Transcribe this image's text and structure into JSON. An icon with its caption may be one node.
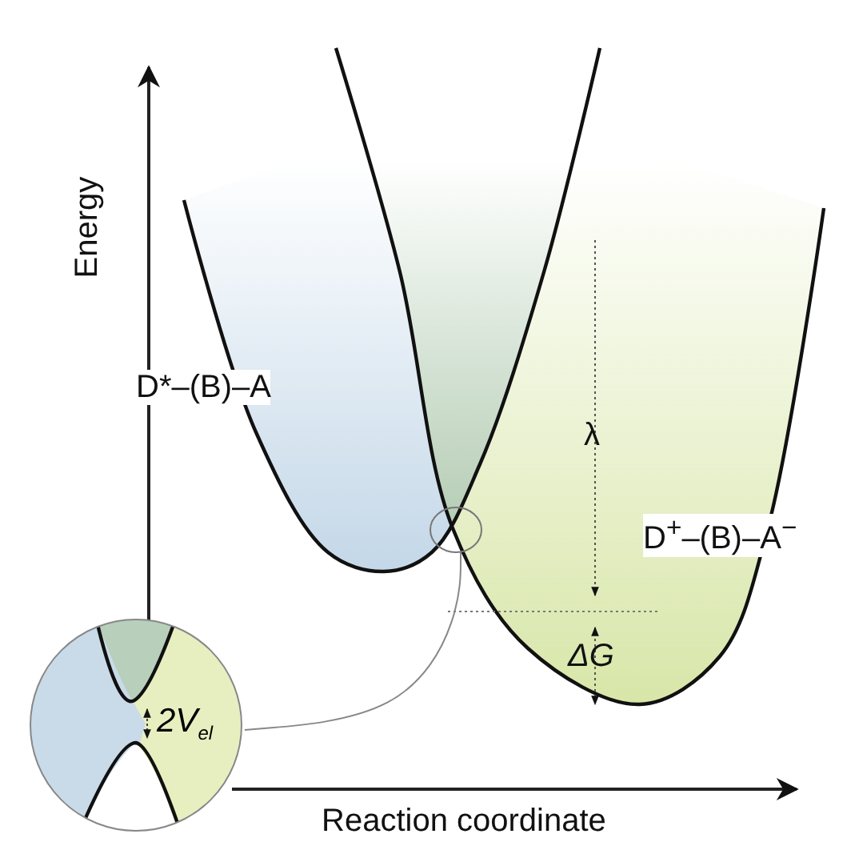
{
  "diagram": {
    "nodes": [
      {
        "text": [],
        "shape": "circle"
      },
      {
        "text": [
          "2V$_{el}$"
        ]
      }
    ],
    "edges": [
      {
        "from": 1,
        "to": 0,
        "arrow": "none"
      }
    ],
    "labels": [
      "Energy",
      "D*–(B)–A",
      "λ",
      "D$^{+}$–(B)–A$^{−}$",
      "ΔG",
      "Reaction coordinate"
    ]
  }
}
